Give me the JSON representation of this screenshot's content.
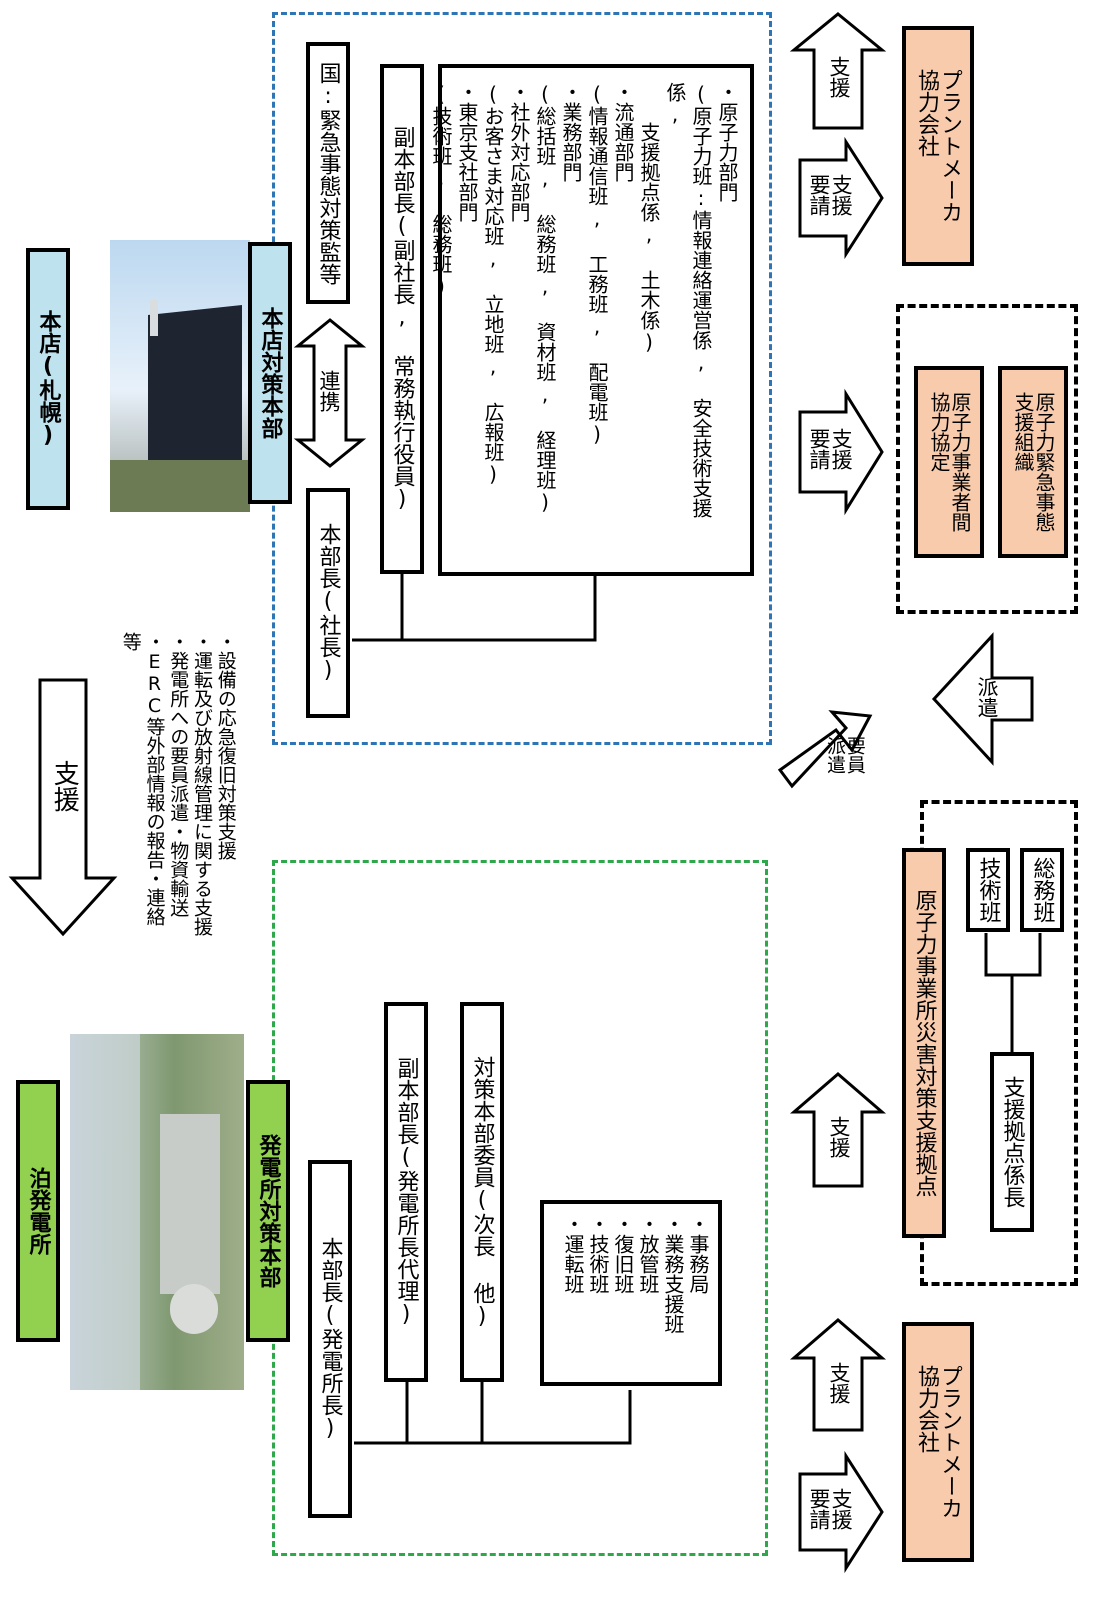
{
  "honten": {
    "label": "本店(札幌)",
    "hq": "本店対策本部",
    "chief": "本部長(社長)",
    "country": "国:緊急事態対策監等",
    "vice": "副本部長(副社長, 常務執行役員)",
    "renkei": "連携",
    "departments": [
      "・原子力部門",
      "(原子力班:情報連絡運営係, 安全技術支援係,",
      "支援拠点係, 土木係)",
      "・流通部門",
      "(情報通信班, 工務班, 配電班)",
      "・業務部門",
      "(総括班, 総務班, 資材班, 経理班)",
      "・社外対応部門",
      "(お客さま対応班, 立地班, 広報班)",
      "・東京支社部門",
      "(技術班, 総務班)"
    ]
  },
  "middle": {
    "arrow": "支援",
    "items": [
      "・設備の応急復旧対策支援",
      "・運転及び放射線管理に関する支援",
      "・発電所への要員派遣・物資輸送",
      "・ERC等外部情報の報告・連絡　等"
    ]
  },
  "tomari": {
    "label": "泊発電所",
    "hq": "発電所対策本部",
    "chief": "本部長(発電所長)",
    "vice": "副本部長(発電所長代理)",
    "committee": "対策本部委員(次長 他)",
    "teams": [
      "・事務局",
      "・業務支援班",
      "・放管班",
      "・復旧班",
      "・技術班",
      "・運転班"
    ]
  },
  "right": {
    "maker": "プラントメーカ\n協力会社",
    "support": "支援",
    "request": "支援\n要請",
    "agreement1": "原子力事業者間\n協力協定",
    "agreement2": "原子力緊急事態\n支援組織",
    "dispatch": "派遣",
    "staff_dispatch": "要員\n派遣",
    "base": "原子力事業所災害対策支援拠点",
    "base_chief": "支援拠点係長",
    "base_team1": "技術班",
    "base_team2": "総務班"
  },
  "colors": {
    "green_box": "#92d050",
    "blue_box": "#bfe3ee",
    "peach_box": "#f8cbad",
    "blue_dash": "#2e75b6",
    "green_dash": "#2ea84a"
  }
}
